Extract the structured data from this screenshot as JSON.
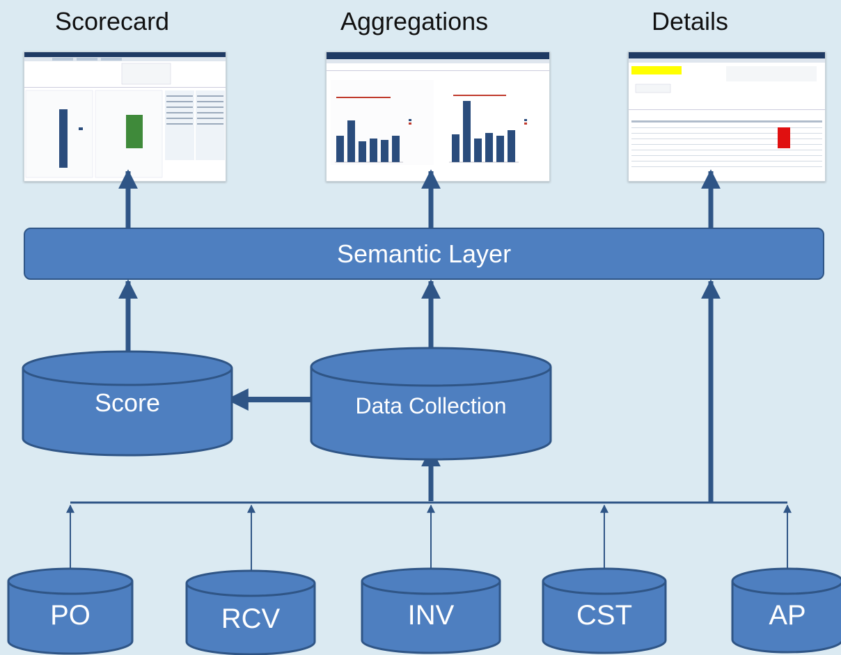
{
  "titles": {
    "scorecard": "Scorecard",
    "aggregations": "Aggregations",
    "details": "Details"
  },
  "semantic_layer": "Semantic Layer",
  "stores": {
    "score": "Score",
    "data_collection": "Data Collection"
  },
  "sources": [
    "PO",
    "RCV",
    "INV",
    "CST",
    "AP"
  ],
  "colors": {
    "background": "#dbeaf2",
    "shape_fill": "#4e7fc0",
    "shape_stroke": "#2f5586",
    "arrow": "#2f5586"
  }
}
